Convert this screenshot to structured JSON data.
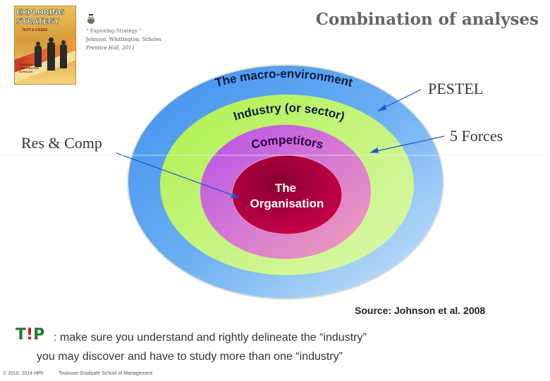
{
  "slide_title": "Combination of analyses",
  "book": {
    "cover_title_line1": "EXPLORING",
    "cover_title_line2": "STRATEGY",
    "cover_subtitle": "TEXT & CASES",
    "cover_authors": [
      "JOHNSON",
      "WHITTINGTON",
      "SCHOLES"
    ]
  },
  "reference": {
    "title": "“ Exploring Strategy ”",
    "authors": "Johnson, Whittington, Scholes",
    "publisher": "Prentice Hall, 2011"
  },
  "diagram": {
    "rings": [
      {
        "label": "The macro-environment",
        "color": "#4a9ef0"
      },
      {
        "label": "Industry (or sector)",
        "color": "#b8f04a"
      },
      {
        "label": "Competitors",
        "color": "#c060e8"
      },
      {
        "label_line1": "The",
        "label_line2": "Organisation",
        "color": "#a0003a"
      }
    ],
    "callouts": {
      "pestel": "PESTEL",
      "five_forces": "5 Forces",
      "res_comp": "Res & Comp"
    },
    "arrow_color": "#2255cc"
  },
  "source": "Source: Johnson et al. 2008",
  "tip": {
    "badge_t": "T",
    "badge_excl": "!",
    "badge_p": "P",
    "line1": ": make sure you understand and rightly delineate the “industry”",
    "line2": "you may discover and have to study more than one “industry”"
  },
  "footer": {
    "copyright": "© 2010, 2014 HPh",
    "school": "Toulouse Graduate School of Management"
  },
  "colors": {
    "title": "#666666",
    "tip_green": "#1d7a2e"
  }
}
